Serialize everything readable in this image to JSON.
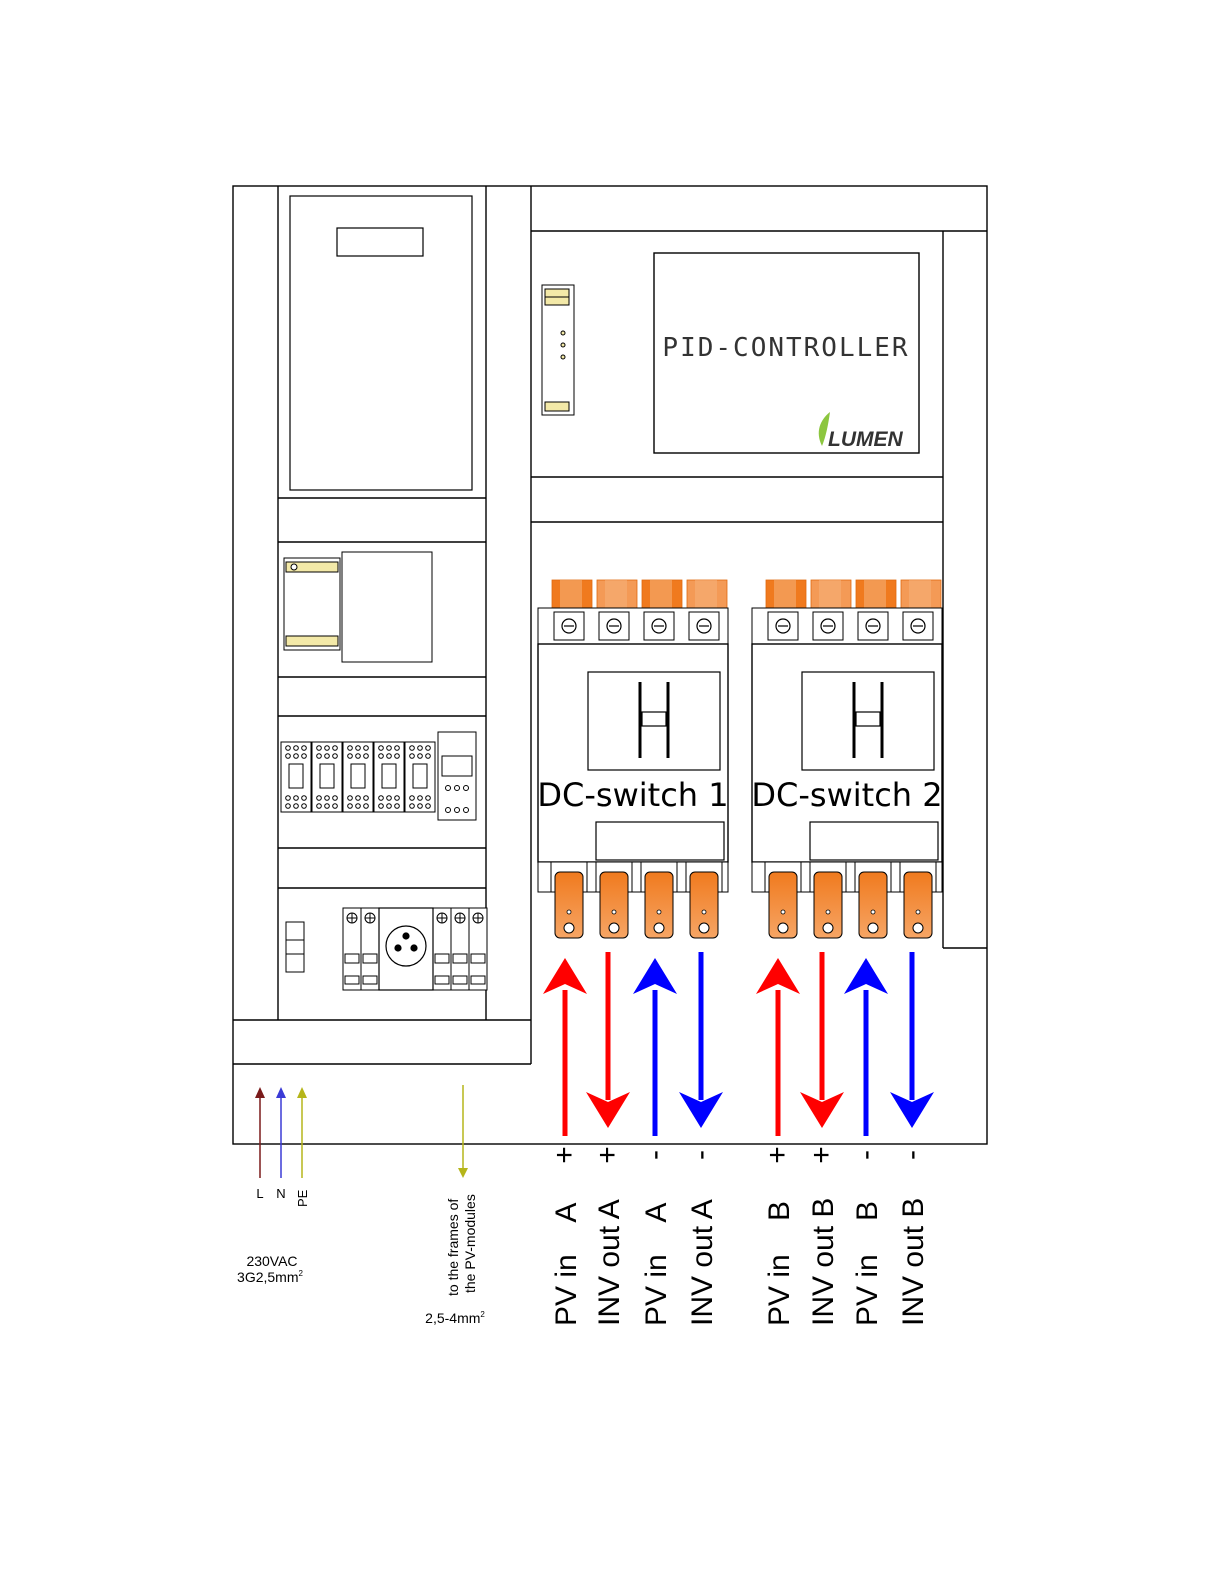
{
  "controller": {
    "title": "PID-CONTROLLER",
    "logo": "LUMEN"
  },
  "switches": [
    {
      "label": "DC-switch 1"
    },
    {
      "label": "DC-switch 2"
    }
  ],
  "connections": [
    {
      "sign": "+",
      "label": "PV in    A",
      "direction": "in",
      "color": "#ff0000"
    },
    {
      "sign": "+",
      "label": "INV out A",
      "direction": "out",
      "color": "#ff0000"
    },
    {
      "sign": "-",
      "label": "PV in    A",
      "direction": "in",
      "color": "#0000ff"
    },
    {
      "sign": "-",
      "label": "INV out A",
      "direction": "out",
      "color": "#0000ff"
    },
    {
      "sign": "+",
      "label": "PV in    B",
      "direction": "in",
      "color": "#ff0000"
    },
    {
      "sign": "+",
      "label": "INV out B",
      "direction": "out",
      "color": "#ff0000"
    },
    {
      "sign": "-",
      "label": "PV in    B",
      "direction": "in",
      "color": "#0000ff"
    },
    {
      "sign": "-",
      "label": "INV out B",
      "direction": "out",
      "color": "#0000ff"
    }
  ],
  "ac_supply": {
    "wires": [
      {
        "label": "L",
        "color": "#7a1a1a"
      },
      {
        "label": "N",
        "color": "#3b3bd6"
      },
      {
        "label": "PE",
        "color": "#b5b51a"
      }
    ],
    "spec_line1": "230VAC",
    "spec_line2": "3G2,5mm",
    "spec_sup": "2"
  },
  "ground": {
    "line1": "to the frames of",
    "line2": "the PV-modules",
    "spec": "2,5-4mm",
    "spec_sup": "2",
    "color": "#b5b51a"
  },
  "colors": {
    "positive": "#ff0000",
    "negative": "#0000ff",
    "busbar": "#f07a1e",
    "busbar_light": "#f7a86a",
    "logo_green": "#8cc63f"
  }
}
